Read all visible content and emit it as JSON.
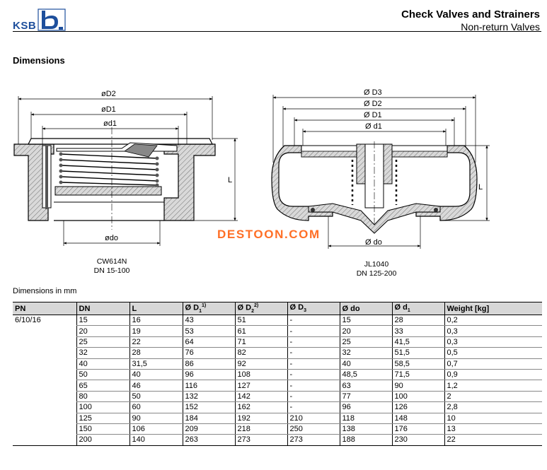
{
  "header": {
    "logo_text": "KSB",
    "title": "Check Valves and Strainers",
    "subtitle": "Non-return Valves"
  },
  "section_title": "Dimensions",
  "drawing_left": {
    "labels": {
      "D2": "øD2",
      "D1": "øD1",
      "d1": "ød1",
      "do": "ødo",
      "L": "L"
    },
    "caption_model": "CW614N",
    "caption_dn": "DN 15-100"
  },
  "drawing_right": {
    "labels": {
      "D3": "Ø D3",
      "D2": "Ø D2",
      "D1": "Ø D1",
      "d1": "Ø d1",
      "do": "Ø do",
      "L": "L"
    },
    "caption_model": "JL1040",
    "caption_dn": "DN 125-200"
  },
  "watermark": "DESTOON.COM",
  "table": {
    "caption": "Dimensions in mm",
    "headers": {
      "pn": "PN",
      "dn": "DN",
      "l": "L",
      "d1_cap": "Ø D",
      "d1_sub": "1",
      "d1_sup": "1)",
      "d2_cap": "Ø D",
      "d2_sub": "2",
      "d2_sup": "2)",
      "d3_cap": "Ø D",
      "d3_sub": "3",
      "do": "Ø do",
      "dsmall_cap": "Ø d",
      "dsmall_sub": "1",
      "weight": "Weight [kg]"
    },
    "pn_value": "6/10/16",
    "rows": [
      [
        "15",
        "16",
        "43",
        "51",
        "-",
        "15",
        "28",
        "0,2"
      ],
      [
        "20",
        "19",
        "53",
        "61",
        "-",
        "20",
        "33",
        "0,3"
      ],
      [
        "25",
        "22",
        "64",
        "71",
        "-",
        "25",
        "41,5",
        "0,3"
      ],
      [
        "32",
        "28",
        "76",
        "82",
        "-",
        "32",
        "51,5",
        "0,5"
      ],
      [
        "40",
        "31,5",
        "86",
        "92",
        "-",
        "40",
        "58,5",
        "0,7"
      ],
      [
        "50",
        "40",
        "96",
        "108",
        "-",
        "48,5",
        "71,5",
        "0,9"
      ],
      [
        "65",
        "46",
        "116",
        "127",
        "-",
        "63",
        "90",
        "1,2"
      ],
      [
        "80",
        "50",
        "132",
        "142",
        "-",
        "77",
        "100",
        "2"
      ],
      [
        "100",
        "60",
        "152",
        "162",
        "-",
        "96",
        "126",
        "2,8"
      ],
      [
        "125",
        "90",
        "184",
        "192",
        "210",
        "118",
        "148",
        "10"
      ],
      [
        "150",
        "106",
        "209",
        "218",
        "250",
        "138",
        "176",
        "13"
      ],
      [
        "200",
        "140",
        "263",
        "273",
        "273",
        "188",
        "230",
        "22"
      ]
    ]
  }
}
